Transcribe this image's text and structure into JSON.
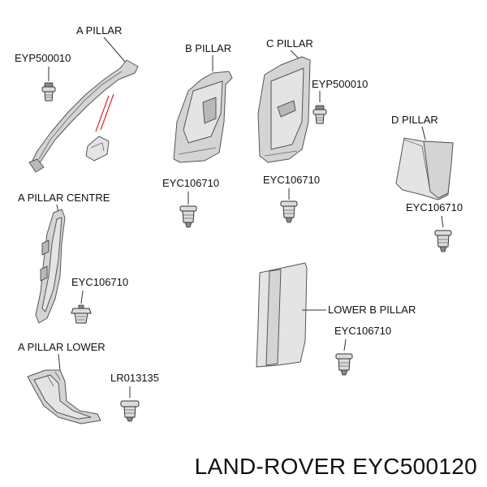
{
  "labels": {
    "a_pillar": "A PILLAR",
    "b_pillar": "B PILLAR",
    "c_pillar": "C PILLAR",
    "d_pillar": "D PILLAR",
    "a_pillar_centre": "A PILLAR CENTRE",
    "a_pillar_lower": "A PILLAR LOWER",
    "lower_b_pillar": "LOWER B PILLAR"
  },
  "part_numbers": {
    "a_pillar_clip": "EYP500010",
    "c_pillar_clip": "EYP500010",
    "b_pillar_clip": "EYC106710",
    "c_pillar_lower_clip": "EYC106710",
    "d_pillar_clip": "EYC106710",
    "a_centre_clip": "EYC106710",
    "lower_b_clip": "EYC106710",
    "a_lower_clip": "LR013135"
  },
  "footer": {
    "brand_part": "LAND-ROVER EYC500120"
  },
  "colors": {
    "accent_red": "#d22a2a"
  }
}
